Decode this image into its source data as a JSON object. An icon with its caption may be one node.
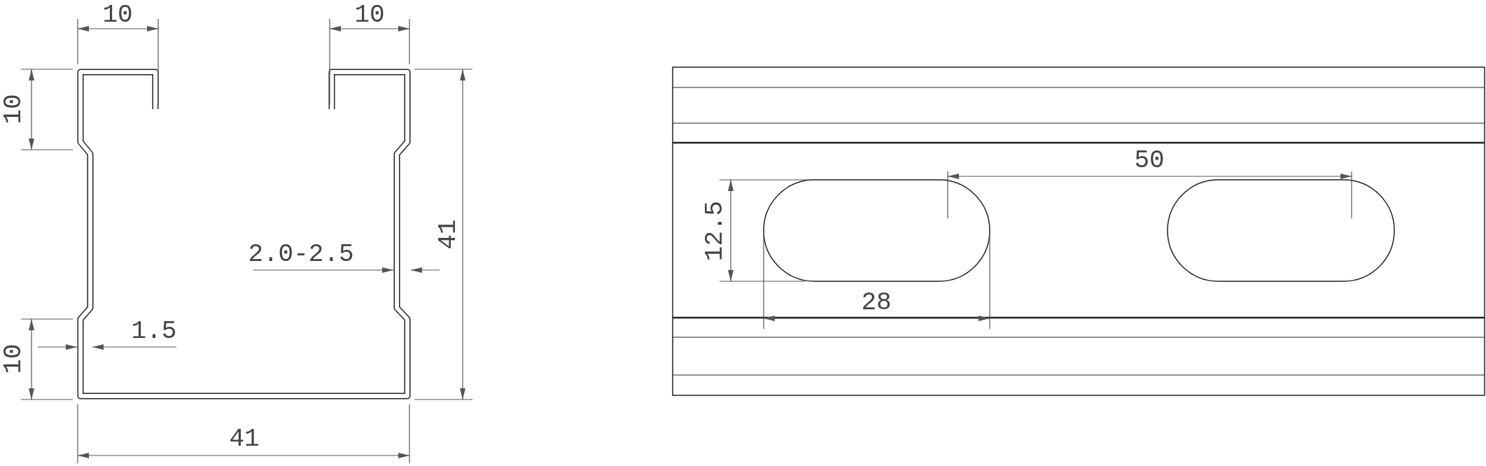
{
  "diagram": {
    "labels": [
      "10",
      "10",
      "10",
      "41",
      "2.0-2.5",
      "1.5",
      "10",
      "41",
      "50",
      "12.5",
      "28"
    ]
  }
}
